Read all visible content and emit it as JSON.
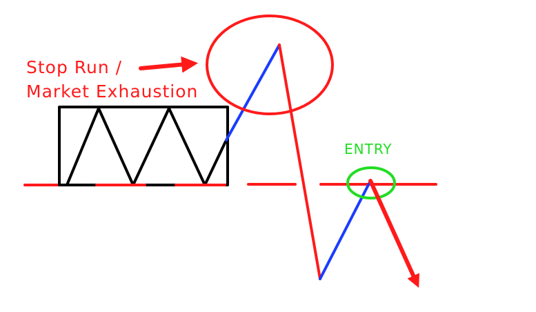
{
  "annotations": {
    "stop_run_line1": "Stop Run /",
    "stop_run_line2": "Market Exhaustion",
    "entry": "ENTRY"
  },
  "colors": {
    "support_line": "#ff1a1a",
    "range_box": "#000000",
    "up_move": "#1a3cff",
    "down_move": "#ff1a1a",
    "stop_run_circle": "#ff1a1a",
    "entry_circle": "#22dd22",
    "entry_label": "#22dd22",
    "arrow": "#ff1a1a"
  }
}
